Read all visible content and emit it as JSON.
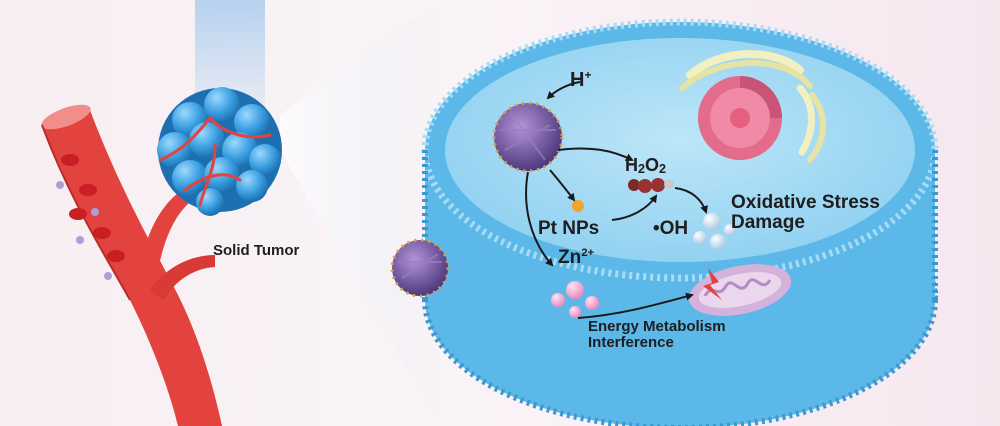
{
  "labels": {
    "solid_tumor": "Solid Tumor",
    "h_plus": {
      "base": "H",
      "sup": "+"
    },
    "h2o2": {
      "part1": "H",
      "sub1": "2",
      "part2": "O",
      "sub2": "2"
    },
    "pt_nps": "Pt NPs",
    "zn2plus": {
      "base": "Zn",
      "sup": "2+"
    },
    "oh_radical": "•OH",
    "oxidative_stress": {
      "line1": "Oxidative Stress",
      "line2": "Damage"
    },
    "energy_metabolism": {
      "line1": "Energy Metabolism",
      "line2": "Interference"
    }
  },
  "colors": {
    "vessel": "#e2433f",
    "tumor": "#3ea1e0",
    "membrane": "#5cb8e8",
    "cytoplasm": "#a9dcf5",
    "nanoparticle": "#7a5aa8",
    "nucleus": "#e36b8c",
    "mitochondrion": "#d5b2dc",
    "zn_ion": "#f3a6cf",
    "arrow": "#1a1a1a"
  }
}
